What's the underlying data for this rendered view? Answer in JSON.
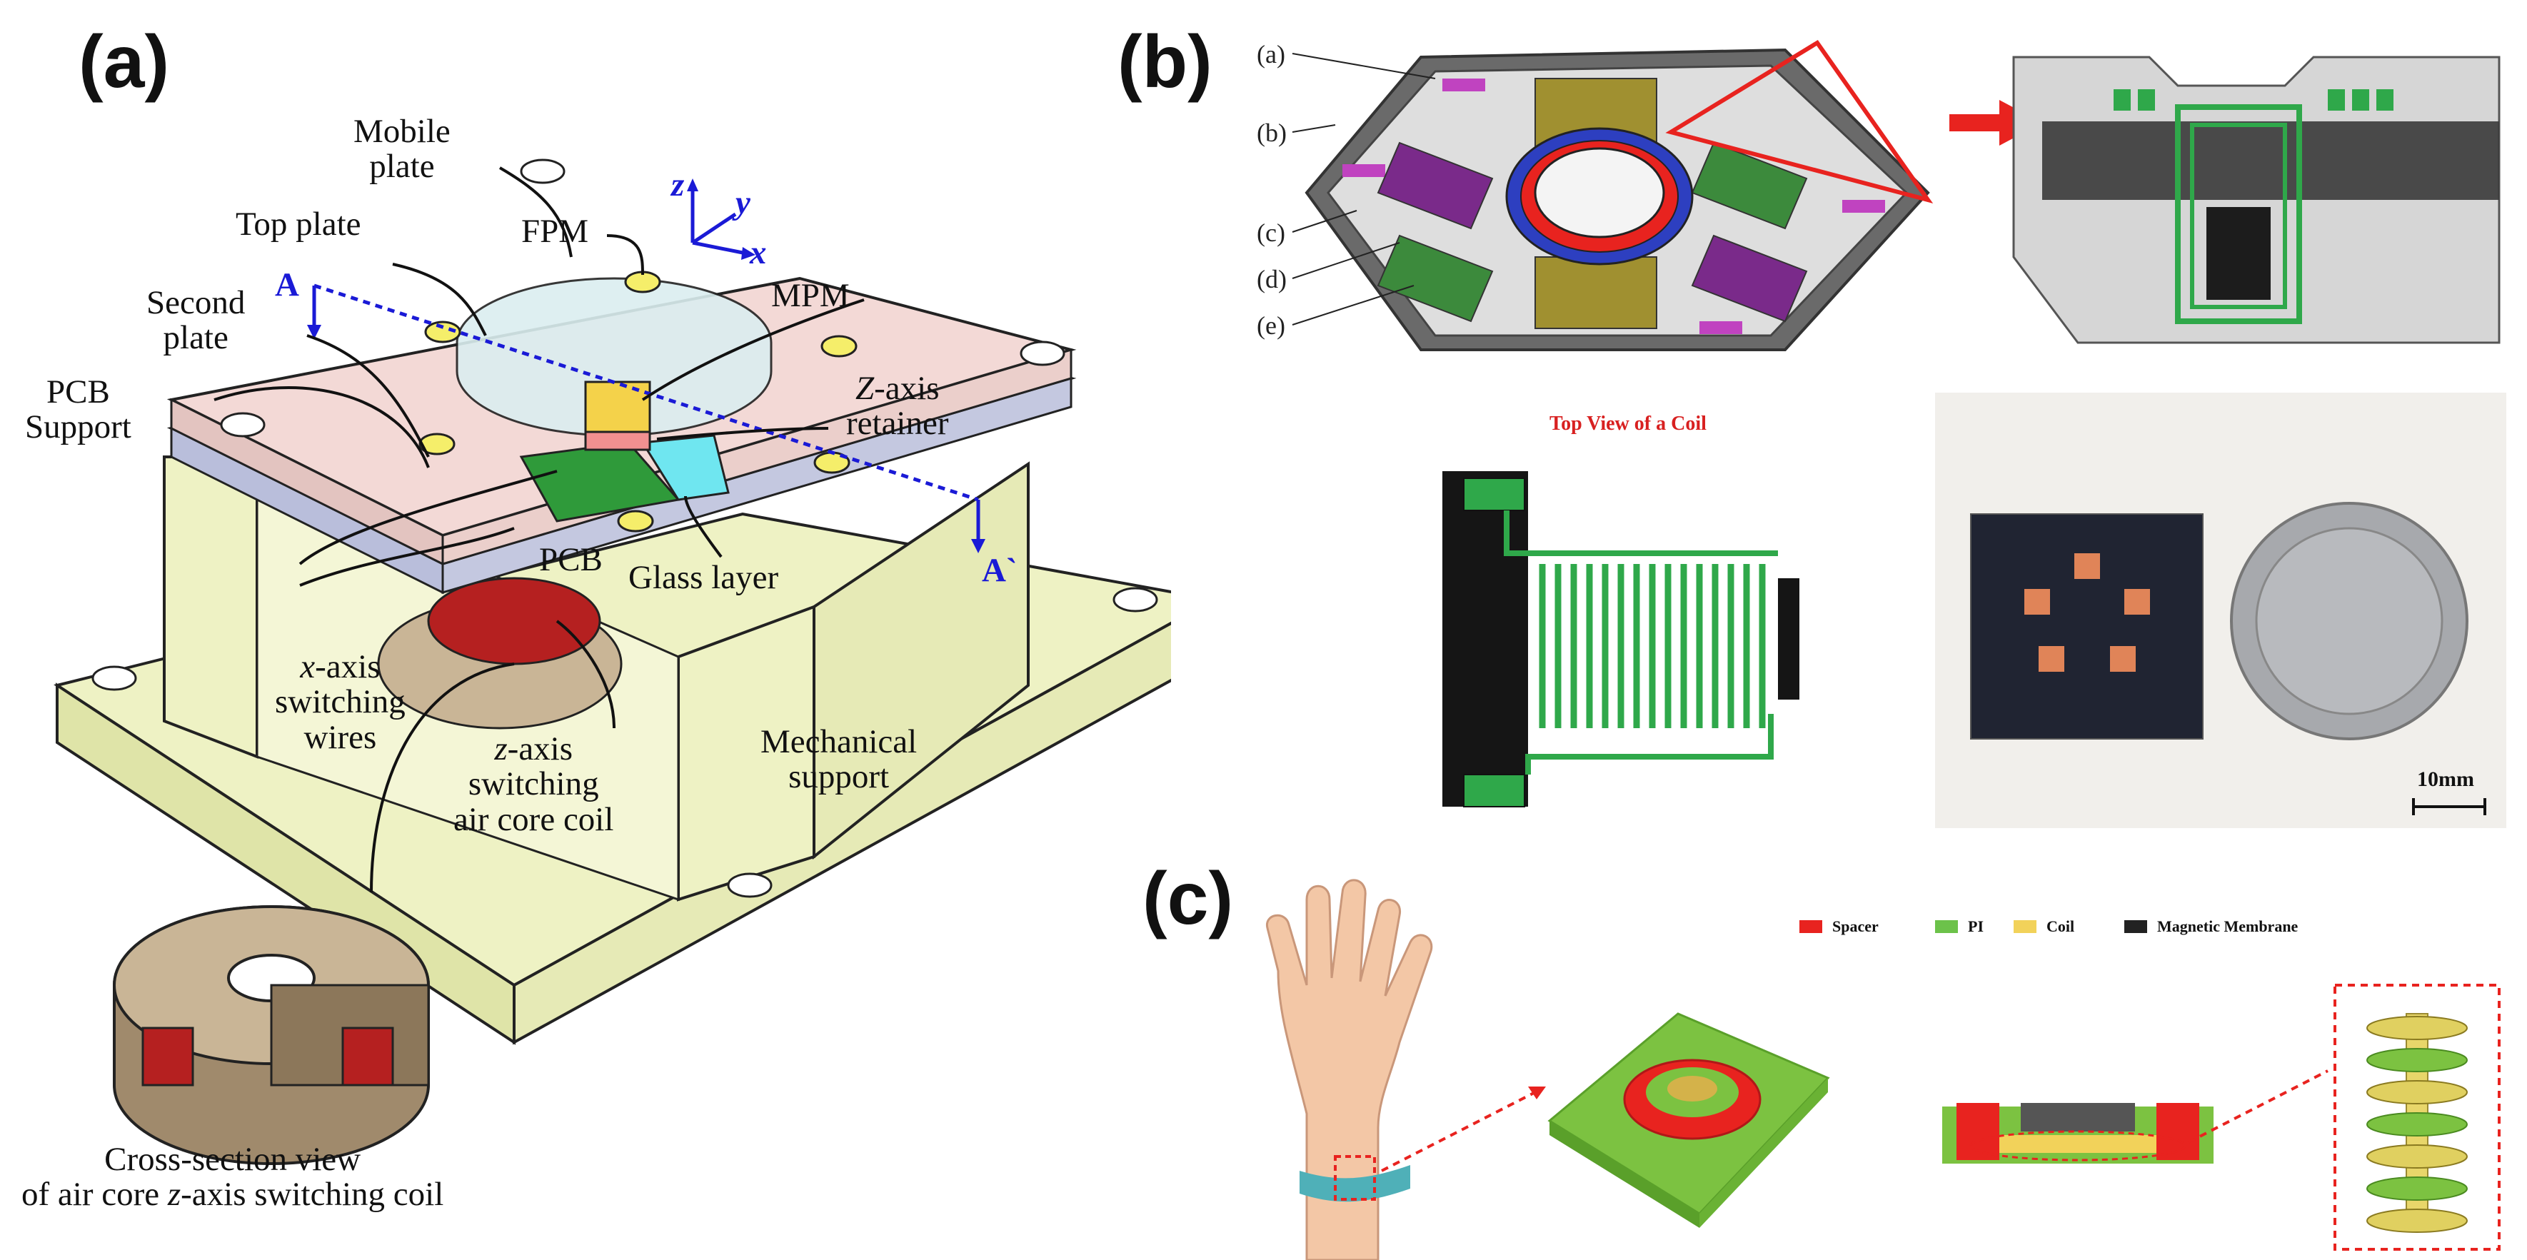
{
  "panels": {
    "a": {
      "letter": "(a)",
      "labels": {
        "mobile_plate_1": "Mobile",
        "mobile_plate_2": "plate",
        "top_plate": "Top plate",
        "fpm": "FPM",
        "mpm": "MPM",
        "second_plate_1": "Second",
        "second_plate_2": "plate",
        "pcb_support_1": "PCB",
        "pcb_support_2": "Support",
        "z_retainer_1": "-axis",
        "z_retainer_1_italic": "Z",
        "z_retainer_2": "retainer",
        "pcb": "PCB",
        "glass_layer": "Glass layer",
        "x_axis_1_italic": "x",
        "x_axis_1": "-axis",
        "x_axis_2": "switching",
        "x_axis_3": "wires",
        "z_coil_1_italic": "z",
        "z_coil_1": "-axis",
        "z_coil_2": "switching",
        "z_coil_3": "air core coil",
        "mech_1": "Mechanical",
        "mech_2": "support",
        "cross_1": "Cross-section view",
        "cross_2_a": "of air core ",
        "cross_2_italic": "z",
        "cross_2_b": "-axis switching coil",
        "section_a": "A",
        "section_a_prime": "A`",
        "axis_x": "x",
        "axis_y": "y",
        "axis_z": "z"
      }
    },
    "b": {
      "letter": "(b)",
      "callouts": [
        "(a)",
        "(b)",
        "(c)",
        "(d)",
        "(e)"
      ],
      "coil_title": "Top View of a Coil",
      "scale": "10mm"
    },
    "c": {
      "letter": "(c)",
      "legend": [
        {
          "label": "Spacer",
          "color": "#e8231f"
        },
        {
          "label": "PI",
          "color": "#6cc24a"
        },
        {
          "label": "Coil",
          "color": "#f2d25a"
        },
        {
          "label": "Magnetic Membrane",
          "color": "#222222"
        }
      ]
    }
  },
  "colors": {
    "plate_pink": "#f3d9d6",
    "support_yellow": "#eef2c4",
    "coil_brown": "#c9b596",
    "axis_blue": "#1a1ad6",
    "coil_green": "#2fa84a",
    "arrow_red": "#e8231f"
  }
}
